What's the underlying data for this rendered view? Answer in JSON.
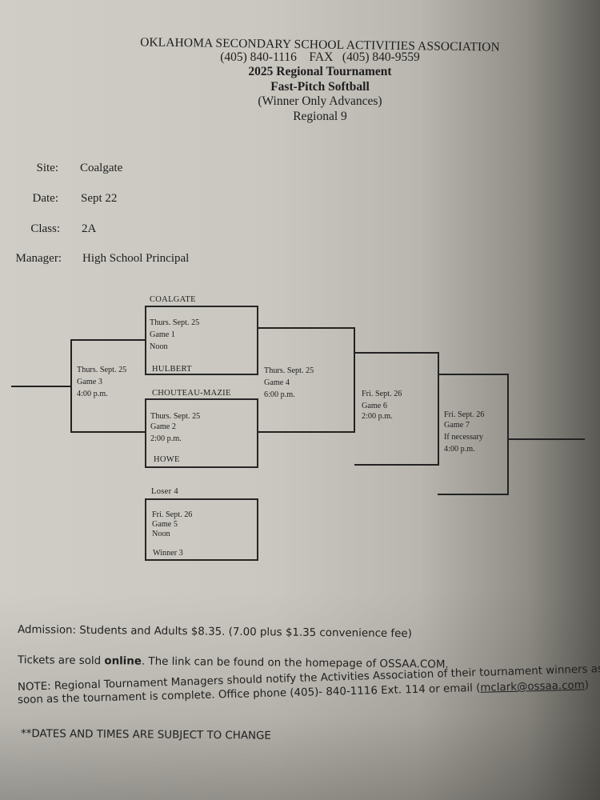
{
  "header": {
    "organization": "OKLAHOMA SECONDARY SCHOOL ACTIVITIES ASSOCIATION",
    "phone_line": "(405) 840-1116    FAX   (405) 840-9559",
    "tournament": "2025 Regional Tournament",
    "sport": "Fast-Pitch Softball",
    "format": "(Winner Only Advances)",
    "regional": "Regional 9"
  },
  "info": {
    "site_label": "Site:",
    "site": "Coalgate",
    "date_label": "Date:",
    "date": "Sept 22",
    "class_label": "Class:",
    "class": "2A",
    "manager_label": "Manager:",
    "manager": "High School Principal"
  },
  "bracket": {
    "game1": {
      "team_top": "COALGATE",
      "day": "Thurs. Sept. 25",
      "game": "Game 1",
      "time": "Noon",
      "team_bottom": "HULBERT"
    },
    "game2": {
      "team_top": "CHOUTEAU-MAZIE",
      "day": "Thurs. Sept. 25",
      "game": "Game 2",
      "time": "2:00 p.m.",
      "team_bottom": "HOWE"
    },
    "game3": {
      "day": "Thurs. Sept. 25",
      "game": "Game 3",
      "time": "4:00 p.m."
    },
    "game4": {
      "day": "Thurs. Sept. 25",
      "game": "Game 4",
      "time": "6:00 p.m."
    },
    "game5": {
      "team_top": "Loser 4",
      "day": "Fri. Sept. 26",
      "game": "Game 5",
      "time": "Noon",
      "team_bottom": "Winner 3"
    },
    "game6": {
      "day": "Fri. Sept. 26",
      "game": "Game 6",
      "time": "2:00 p.m."
    },
    "game7": {
      "day": "Fri. Sept. 26",
      "game": "Game 7",
      "note": "If necessary",
      "time": "4:00 p.m."
    }
  },
  "notes": {
    "admission": "Admission: Students and Adults $8.35. (7.00 plus $1.35 convenience fee)",
    "tickets_pre": "Tickets are sold ",
    "tickets_bold": "online",
    "tickets_post": ".  The link can be found on the homepage of OSSAA.COM.",
    "note_line1": "NOTE:  Regional Tournament Managers should notify the Activities Association of their tournament winners as",
    "note_line2_pre": "soon as the tournament is complete.  Office phone (405)- 840-1116 Ext. 114 or email (",
    "email": "mclark@ossaa.com",
    "note_line2_post": ")",
    "disclaimer": "**DATES AND TIMES ARE SUBJECT TO CHANGE"
  }
}
